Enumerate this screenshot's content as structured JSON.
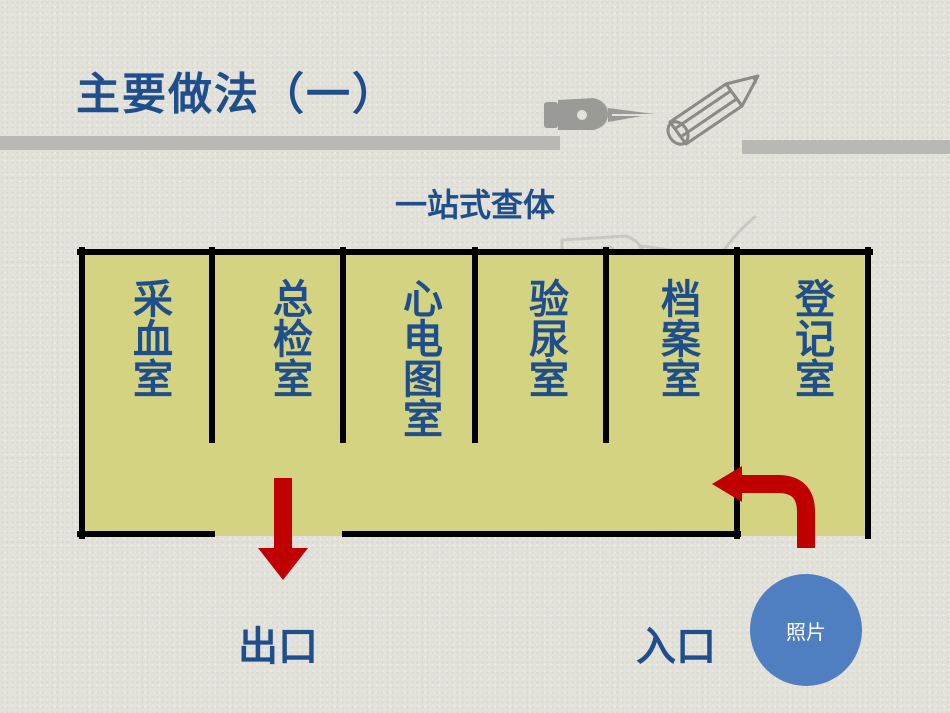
{
  "slide": {
    "title": "主要做法（一）",
    "subtitle": "一站式查体",
    "rooms": [
      "采血室",
      "总检室",
      "心电图室",
      "验尿室",
      "档案室",
      "登记室"
    ],
    "exit_label": "出口",
    "entrance_label": "入口",
    "photo_label": "照片",
    "colors": {
      "floor_fill": "#d4d382",
      "wall": "#000000",
      "arrow": "#c00000",
      "text": "#1f4e8c",
      "circle": "#4f7fc1"
    }
  }
}
